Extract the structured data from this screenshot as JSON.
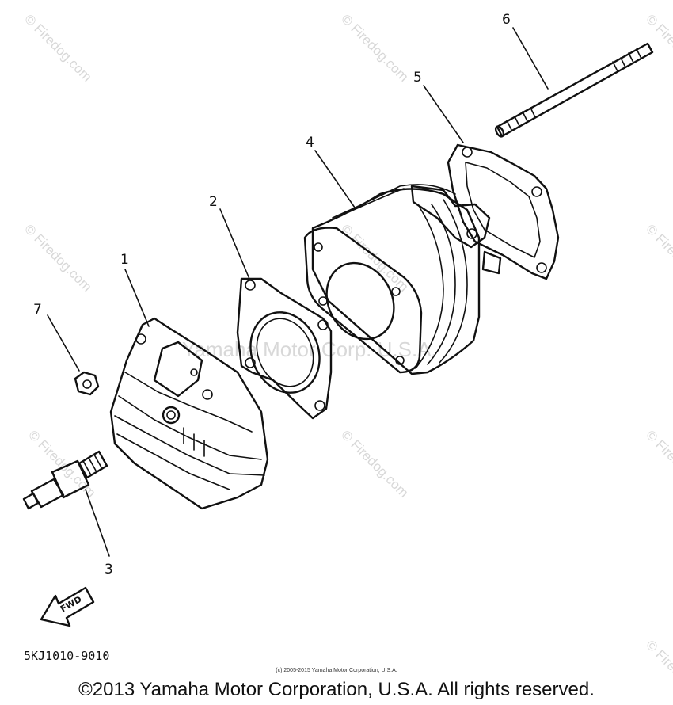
{
  "callouts": {
    "c1": "1",
    "c2": "2",
    "c3": "3",
    "c4": "4",
    "c5": "5",
    "c6": "6",
    "c7": "7"
  },
  "fwd_label": "FWD",
  "diagram_code": "5KJ1010-9010",
  "small_copyright": "(c) 2005-2015 Yamaha Motor Corporation, U.S.A.",
  "copyright": "©2013 Yamaha Motor Corporation, U.S.A. All rights reserved.",
  "watermarks": {
    "site": "© Firedog.com",
    "owner": "Yamaha Motor Corp. U.S.A."
  },
  "colors": {
    "ink": "#111111",
    "watermark": "#d8d8d8",
    "background": "#ffffff"
  }
}
